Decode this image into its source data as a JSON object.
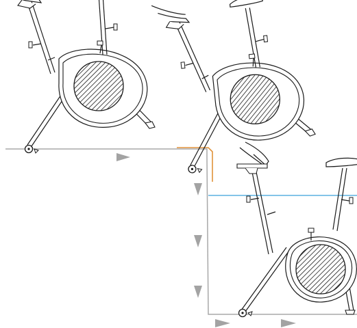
{
  "colors": {
    "background": "#ffffff",
    "floor": "#a8a8a8",
    "arrow": "#a3a3a3",
    "corner_highlight": "#e0923a",
    "level_line": "#5ab0e0",
    "outline": "#1a1a1a"
  },
  "bikes": [
    {
      "pose": "tilted-start"
    },
    {
      "pose": "tilting-over-edge"
    },
    {
      "pose": "upright-lowered"
    }
  ],
  "arrows": [
    {
      "direction": "right"
    },
    {
      "direction": "down"
    },
    {
      "direction": "down"
    },
    {
      "direction": "down"
    },
    {
      "direction": "right"
    },
    {
      "direction": "right"
    }
  ]
}
